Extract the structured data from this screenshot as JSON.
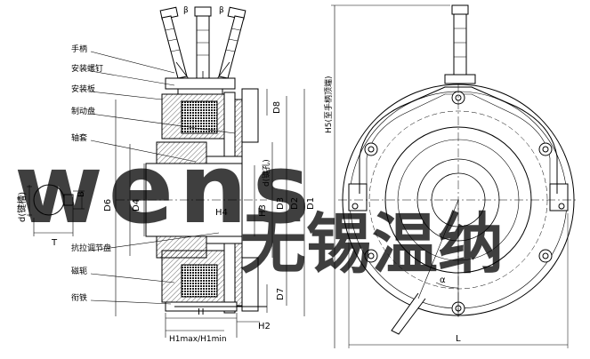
{
  "part_labels": {
    "handle": "手柄",
    "mount_screw": "安装螺钉",
    "mount_plate": "安装板",
    "brake_disc": "制动盘",
    "bushing": "轴套",
    "anti_pull_disc": "抗拉调节盘",
    "yoke": "磁轭",
    "armature": "衔铁"
  },
  "dims_side": {
    "D6": "D6",
    "D4": "D4",
    "H4": "H4",
    "H3": "H3",
    "D3": "D3",
    "D2": "D2",
    "D1": "D1",
    "D8": "D8",
    "D7": "D7",
    "bore_d": "d(键孔)",
    "H": "H",
    "H2": "H2",
    "H1": "H1max/H1min",
    "beta1": "β",
    "beta2": "β"
  },
  "dims_front": {
    "H5": "H5(至手柄顶端)",
    "L": "L",
    "alpha": "α"
  },
  "keyway": {
    "d": "d(键槽)",
    "T": "T",
    "B": "B"
  },
  "watermark": {
    "latin": "wens",
    "chinese": "无锡温纳"
  },
  "colors": {
    "line": "#000000",
    "coil": "#1a1a1a",
    "watermark": "#9db7d6"
  }
}
